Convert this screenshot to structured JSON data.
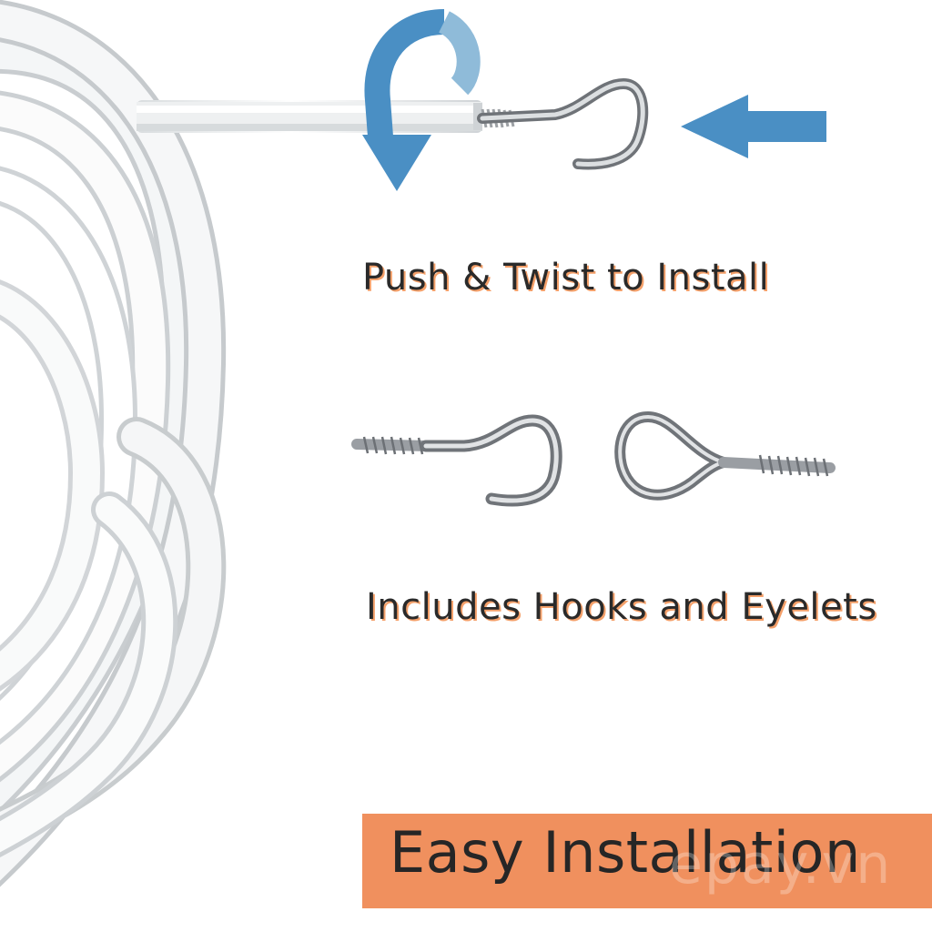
{
  "captions": {
    "install": "Push & Twist to Install",
    "includes": "Includes Hooks and Eyelets"
  },
  "banner": {
    "text": "Easy Installation"
  },
  "watermark": "epay.vn",
  "colors": {
    "arrow": "#4a8fc4",
    "arrow_light": "#7eb4d8",
    "banner_bg": "#f0905e",
    "caption_shadow": "#f4a06a",
    "cable": "#f2f4f4",
    "metal": "#b9bcc0"
  },
  "icons": {
    "rotate": "rotate-arrow-icon",
    "push": "left-arrow-icon"
  }
}
